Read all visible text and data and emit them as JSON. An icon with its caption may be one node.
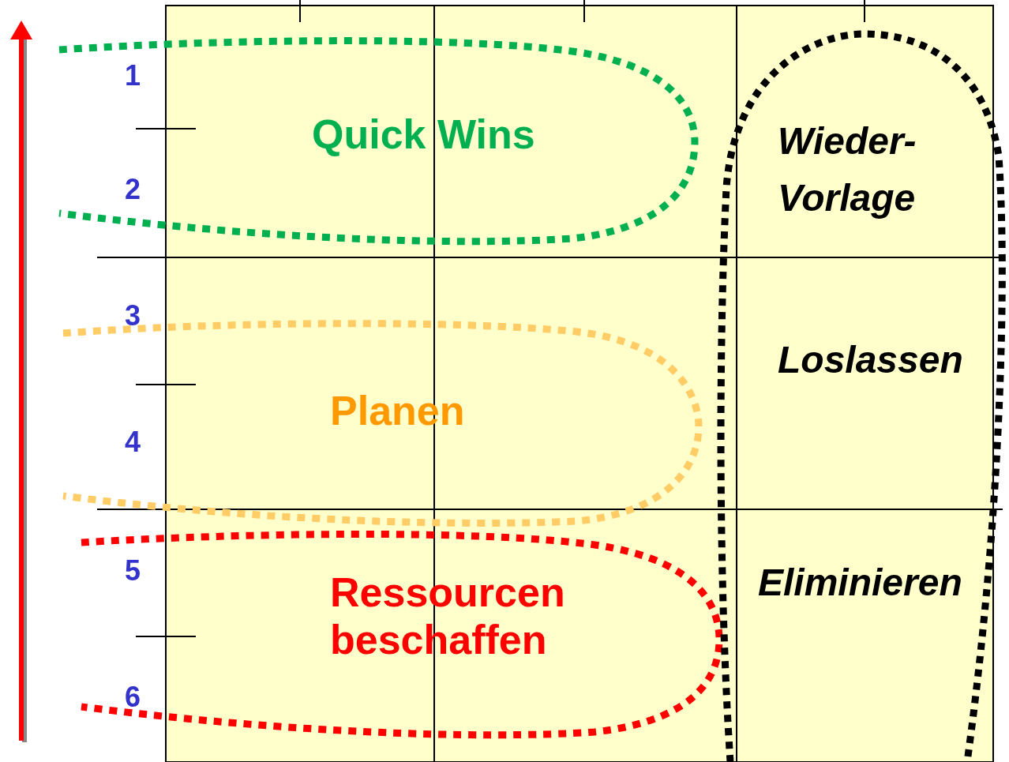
{
  "diagram": {
    "nodes": [
      {
        "text": [
          "Quick Wins"
        ]
      },
      {
        "text": [
          "Planen"
        ]
      },
      {
        "text": [
          "Ressourcen beschaffen"
        ]
      },
      {
        "text": [
          "Wieder- Vorlage",
          "Loslassen",
          "Eliminieren"
        ]
      }
    ],
    "labels": [
      "1",
      "2",
      "3",
      "4",
      "5",
      "6"
    ]
  }
}
